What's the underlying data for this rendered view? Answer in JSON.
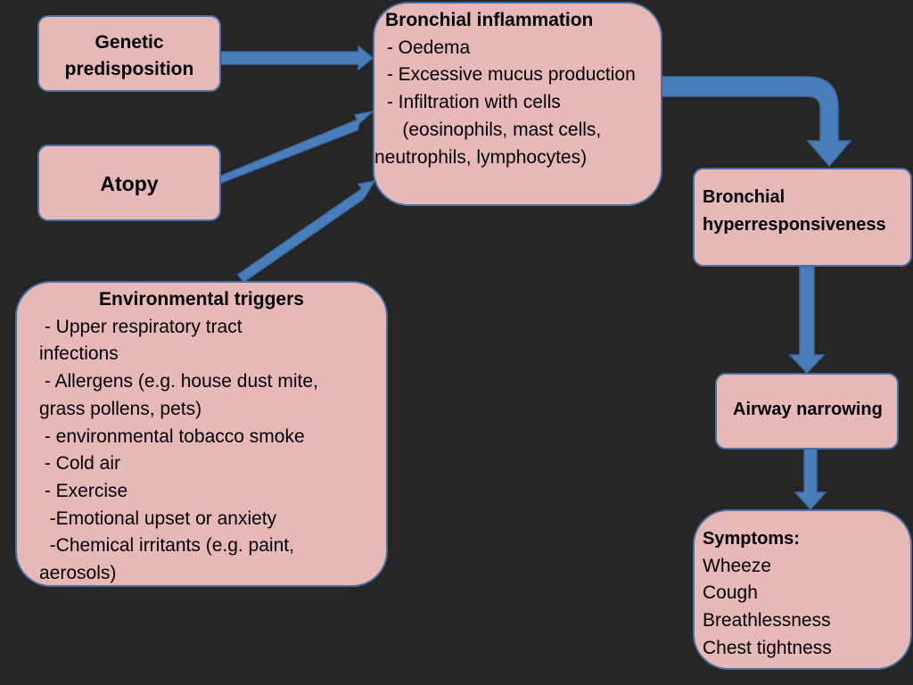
{
  "colors": {
    "background": "#262626",
    "box_fill": "#e6b9b8",
    "box_border": "#4a6fa5",
    "arrow": "#4a7ebb"
  },
  "genetic": {
    "line1": "Genetic",
    "line2": "predisposition"
  },
  "atopy": {
    "label": "Atopy"
  },
  "environmental": {
    "title": "Environmental triggers",
    "lines": [
      " - Upper respiratory tract",
      "infections",
      " - Allergens (e.g. house dust mite,",
      "grass pollens, pets)",
      " - environmental tobacco smoke",
      " - Cold air",
      " - Exercise",
      "  -Emotional upset or anxiety",
      "  -Chemical irritants (e.g. paint,",
      "aerosols)"
    ]
  },
  "inflammation": {
    "title": "Bronchial inflammation",
    "lines": [
      " - Oedema",
      " - Excessive mucus production",
      " - Infiltration with cells",
      "    (eosinophils, mast cells,",
      "neutrophils, lymphocytes)"
    ]
  },
  "hyperresponsiveness": {
    "line1": "Bronchial",
    "line2": "hyperresponsiveness"
  },
  "narrowing": {
    "label": "Airway narrowing"
  },
  "symptoms": {
    "title": "Symptoms:",
    "items": [
      "Wheeze",
      "Cough",
      "Breathlessness",
      "Chest tightness"
    ]
  }
}
